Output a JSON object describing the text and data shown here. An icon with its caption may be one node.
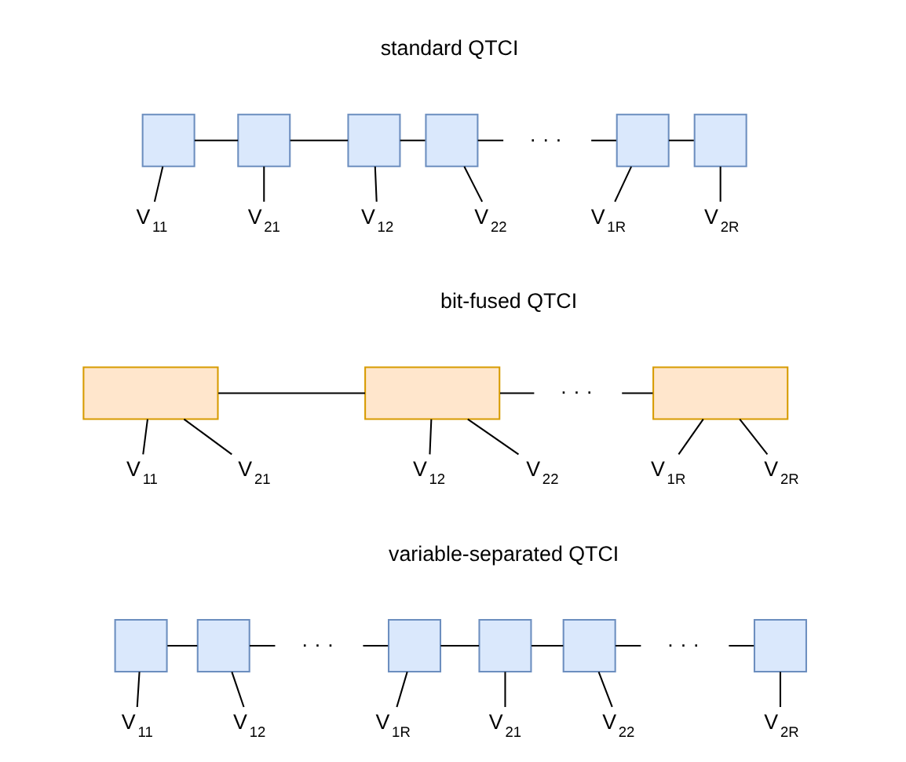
{
  "diagram": {
    "nodes": [
      {
        "text": [],
        "shape": "box"
      },
      {
        "text": [],
        "shape": "box"
      },
      {
        "text": [],
        "shape": "box"
      },
      {
        "text": [],
        "shape": "box"
      },
      {
        "text": [
          "· · ·"
        ]
      },
      {
        "text": [],
        "shape": "box"
      },
      {
        "text": [],
        "shape": "box"
      },
      {
        "text": [
          "V$_{11}$"
        ]
      },
      {
        "text": [
          "V$_{21}$"
        ]
      },
      {
        "text": [
          "V$_{12}$"
        ]
      },
      {
        "text": [
          "V$_{22}$"
        ]
      },
      {
        "text": [
          "V$_{1R}$"
        ]
      },
      {
        "text": [
          "V$_{2R}$"
        ]
      },
      {
        "text": [],
        "shape": "box"
      },
      {
        "text": [],
        "shape": "box"
      },
      {
        "text": [
          "· · ·"
        ]
      },
      {
        "text": [],
        "shape": "box"
      },
      {
        "text": [
          "V$_{11}$"
        ]
      },
      {
        "text": [
          "V$_{21}$"
        ]
      },
      {
        "text": [
          "V$_{12}$"
        ]
      },
      {
        "text": [
          "V$_{22}$"
        ]
      },
      {
        "text": [
          "V$_{1R}$"
        ]
      },
      {
        "text": [
          "V$_{2R}$"
        ]
      },
      {
        "text": [],
        "shape": "box"
      },
      {
        "text": [],
        "shape": "box"
      },
      {
        "text": [
          "· · ·"
        ]
      },
      {
        "text": [],
        "shape": "box"
      },
      {
        "text": [],
        "shape": "box"
      },
      {
        "text": [],
        "shape": "box"
      },
      {
        "text": [
          "· · ·"
        ]
      },
      {
        "text": [],
        "shape": "box"
      },
      {
        "text": [
          "V$_{11}$"
        ]
      },
      {
        "text": [
          "V$_{12}$"
        ]
      },
      {
        "text": [
          "V$_{1R}$"
        ]
      },
      {
        "text": [
          "V$_{21}$"
        ]
      },
      {
        "text": [
          "V$_{22}$"
        ]
      },
      {
        "text": [
          "V$_{2R}$"
        ]
      }
    ],
    "edges": [
      {
        "from": 0,
        "to": 1,
        "arrow": "none"
      },
      {
        "from": 1,
        "to": 2,
        "arrow": "none"
      },
      {
        "from": 2,
        "to": 3,
        "arrow": "none"
      },
      {
        "from": 3,
        "to": 4,
        "arrow": "none"
      },
      {
        "from": 4,
        "to": 5,
        "arrow": "none"
      },
      {
        "from": 5,
        "to": 6,
        "arrow": "none"
      },
      {
        "from": 0,
        "to": 7,
        "arrow": "none"
      },
      {
        "from": 1,
        "to": 8,
        "arrow": "none"
      },
      {
        "from": 2,
        "to": 9,
        "arrow": "none"
      },
      {
        "from": 3,
        "to": 10,
        "arrow": "none"
      },
      {
        "from": 5,
        "to": 11,
        "arrow": "none"
      },
      {
        "from": 6,
        "to": 12,
        "arrow": "none"
      },
      {
        "from": 13,
        "to": 14,
        "arrow": "none"
      },
      {
        "from": 14,
        "to": 15,
        "arrow": "none"
      },
      {
        "from": 15,
        "to": 16,
        "arrow": "none"
      },
      {
        "from": 13,
        "to": 17,
        "arrow": "none"
      },
      {
        "from": 13,
        "to": 18,
        "arrow": "none"
      },
      {
        "from": 14,
        "to": 19,
        "arrow": "none"
      },
      {
        "from": 14,
        "to": 20,
        "arrow": "none"
      },
      {
        "from": 16,
        "to": 21,
        "arrow": "none"
      },
      {
        "from": 16,
        "to": 22,
        "arrow": "none"
      },
      {
        "from": 23,
        "to": 24,
        "arrow": "none"
      },
      {
        "from": 24,
        "to": 25,
        "arrow": "none"
      },
      {
        "from": 25,
        "to": 26,
        "arrow": "none"
      },
      {
        "from": 26,
        "to": 27,
        "arrow": "none"
      },
      {
        "from": 27,
        "to": 28,
        "arrow": "none"
      },
      {
        "from": 28,
        "to": 29,
        "arrow": "none"
      },
      {
        "from": 29,
        "to": 30,
        "arrow": "none"
      },
      {
        "from": 23,
        "to": 31,
        "arrow": "none"
      },
      {
        "from": 24,
        "to": 32,
        "arrow": "none"
      },
      {
        "from": 26,
        "to": 33,
        "arrow": "none"
      },
      {
        "from": 27,
        "to": 34,
        "arrow": "none"
      },
      {
        "from": 28,
        "to": 35,
        "arrow": "none"
      },
      {
        "from": 30,
        "to": 36,
        "arrow": "none"
      }
    ],
    "labels": [
      "standard QTCI",
      "bit-fused QTCI",
      "variable-separated QTCI"
    ]
  }
}
